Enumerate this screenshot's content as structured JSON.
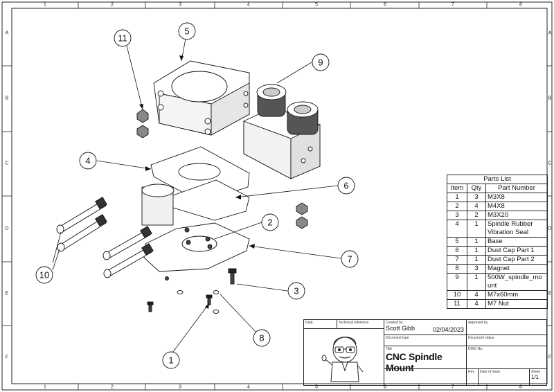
{
  "border_cols": [
    "1",
    "2",
    "3",
    "4",
    "5",
    "6",
    "7",
    "8"
  ],
  "border_rows": [
    "A",
    "B",
    "C",
    "D",
    "E",
    "F"
  ],
  "balloons": [
    "1",
    "2",
    "3",
    "4",
    "5",
    "6",
    "7",
    "8",
    "9",
    "10",
    "11"
  ],
  "parts_list": {
    "title": "Parts List",
    "headers": [
      "Item",
      "Qty",
      "Part Number"
    ],
    "rows": [
      {
        "item": "1",
        "qty": "3",
        "part": "M3X8"
      },
      {
        "item": "2",
        "qty": "4",
        "part": "M4X8"
      },
      {
        "item": "3",
        "qty": "2",
        "part": "M3X20"
      },
      {
        "item": "4",
        "qty": "1",
        "part_l1": "Spindle Rubber",
        "part_l2": "Vibration Seal"
      },
      {
        "item": "5",
        "qty": "1",
        "part": "Base"
      },
      {
        "item": "6",
        "qty": "1",
        "part": "Dust Cap Part 1"
      },
      {
        "item": "7",
        "qty": "1",
        "part": "Dust Cap Part 2"
      },
      {
        "item": "8",
        "qty": "3",
        "part": "Magnet"
      },
      {
        "item": "9",
        "qty": "1",
        "part_l1": "500W_spindle_mo",
        "part_l2": "unt"
      },
      {
        "item": "10",
        "qty": "4",
        "part": "M7x60mm"
      },
      {
        "item": "11",
        "qty": "4",
        "part": "M7 Nut"
      }
    ]
  },
  "title_block": {
    "dept_label": "Dept.",
    "tech_ref_label": "Technical reference",
    "created_by_label": "Created by",
    "created_by": "Scott Gibb",
    "date": "02/04/2023",
    "approved_by_label": "Approved by",
    "doc_type_label": "Document type",
    "doc_status_label": "Document status",
    "title_label": "Title",
    "title": "CNC Spindle Mount",
    "dwg_no_label": "DWG No.",
    "rev_label": "Rev.",
    "date_of_issue_label": "Date of issue",
    "sheet_label": "Sheet",
    "sheet": "1/1"
  }
}
